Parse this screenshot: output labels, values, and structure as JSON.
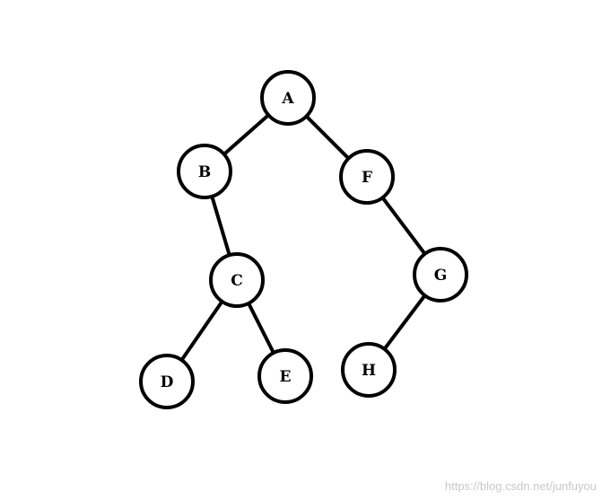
{
  "nodes": [
    {
      "id": "A",
      "label": "A"
    },
    {
      "id": "B",
      "label": "B"
    },
    {
      "id": "F",
      "label": "F"
    },
    {
      "id": "C",
      "label": "C"
    },
    {
      "id": "G",
      "label": "G"
    },
    {
      "id": "D",
      "label": "D"
    },
    {
      "id": "E",
      "label": "E"
    },
    {
      "id": "H",
      "label": "H"
    }
  ],
  "edges": [
    {
      "from": "A",
      "to": "B"
    },
    {
      "from": "A",
      "to": "F"
    },
    {
      "from": "B",
      "to": "C"
    },
    {
      "from": "F",
      "to": "G"
    },
    {
      "from": "C",
      "to": "D"
    },
    {
      "from": "C",
      "to": "E"
    },
    {
      "from": "G",
      "to": "H"
    }
  ],
  "watermark": "https://blog.csdn.net/junfuyou",
  "colors": {
    "stroke": "#000000",
    "fill": "#ffffff",
    "watermark": "#c8c8c8"
  }
}
